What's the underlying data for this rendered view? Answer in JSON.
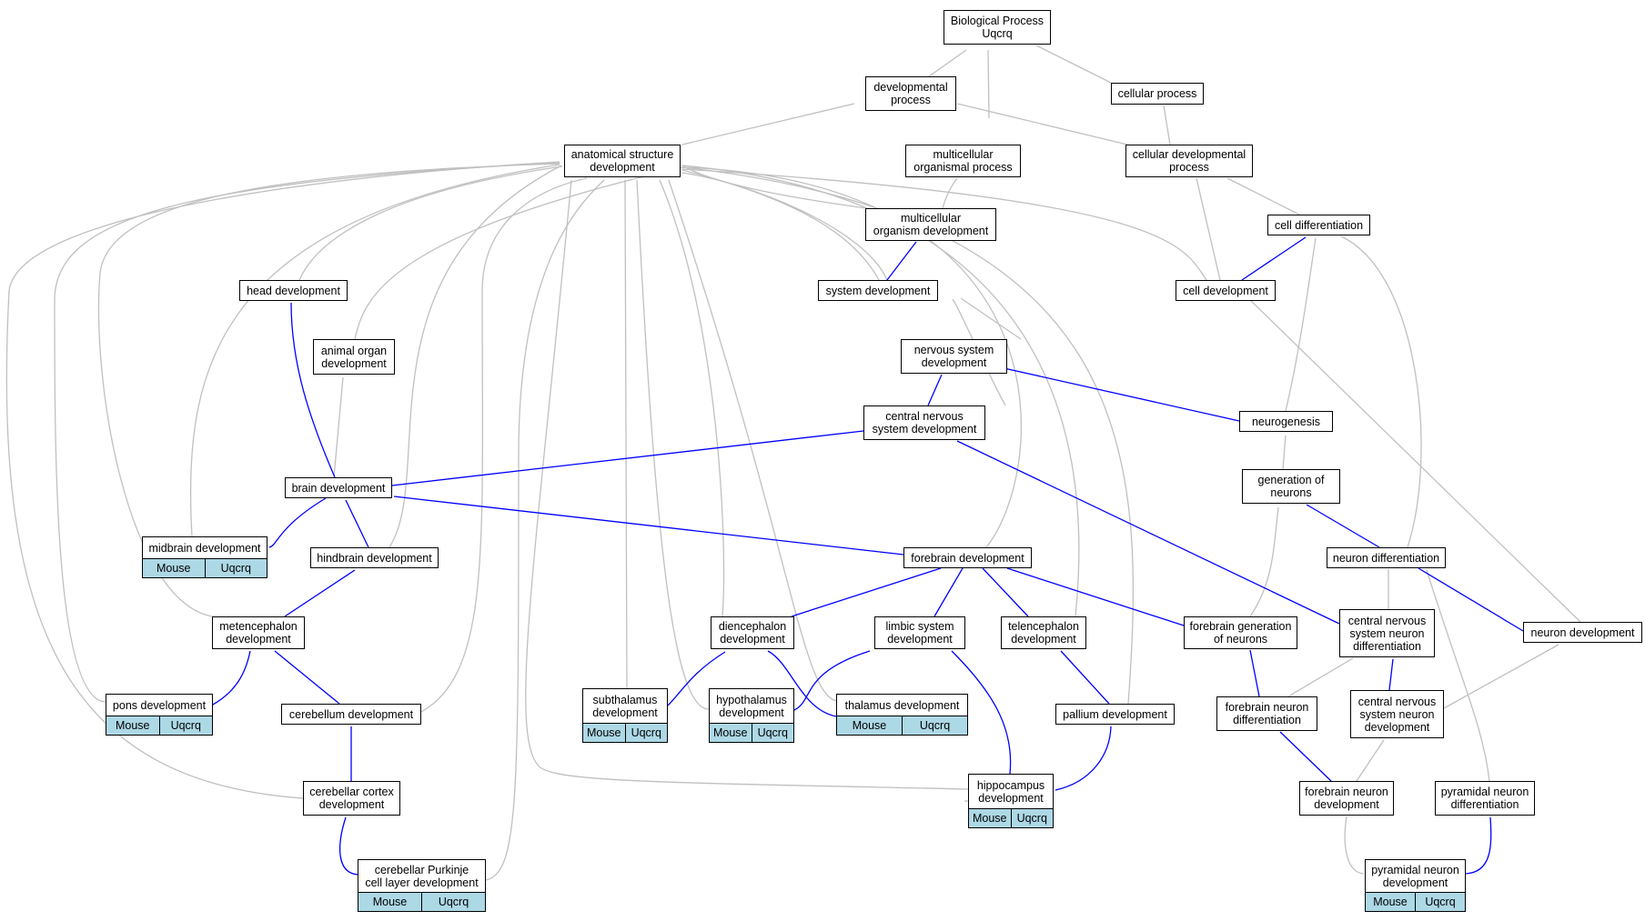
{
  "diagram": {
    "colors": {
      "is_a_edge": "#c0c0c0",
      "part_of_edge": "#0000ff",
      "annotation_fill": "#add8e6",
      "node_fill": "#ffffff",
      "border": "#000000"
    },
    "nodes": [
      {
        "id": "bp",
        "label": "Biological Process\nUqcrq"
      },
      {
        "id": "devproc",
        "label": "developmental\nprocess"
      },
      {
        "id": "cellproc",
        "label": "cellular process"
      },
      {
        "id": "asd",
        "label": "anatomical structure\ndevelopment"
      },
      {
        "id": "mop",
        "label": "multicellular\norganismal process"
      },
      {
        "id": "cdp",
        "label": "cellular developmental\nprocess"
      },
      {
        "id": "mod",
        "label": "multicellular\norganism development"
      },
      {
        "id": "celldiff",
        "label": "cell differentiation"
      },
      {
        "id": "headdev",
        "label": "head development"
      },
      {
        "id": "sysdev",
        "label": "system development"
      },
      {
        "id": "celldev",
        "label": "cell development"
      },
      {
        "id": "aod",
        "label": "animal organ\ndevelopment"
      },
      {
        "id": "nsd",
        "label": "nervous system\ndevelopment"
      },
      {
        "id": "cnsd",
        "label": "central nervous\nsystem development"
      },
      {
        "id": "neurogen",
        "label": "neurogenesis"
      },
      {
        "id": "braindev",
        "label": "brain development"
      },
      {
        "id": "genneur",
        "label": "generation of\nneurons"
      },
      {
        "id": "middev",
        "label": "midbrain development",
        "tags": [
          "Mouse",
          "Uqcrq"
        ]
      },
      {
        "id": "hinddev",
        "label": "hindbrain development"
      },
      {
        "id": "foredev",
        "label": "forebrain development"
      },
      {
        "id": "neurdiff",
        "label": "neuron differentiation"
      },
      {
        "id": "metdev",
        "label": "metencephalon\ndevelopment"
      },
      {
        "id": "diendev",
        "label": "diencephalon\ndevelopment"
      },
      {
        "id": "limbdev",
        "label": "limbic system\ndevelopment"
      },
      {
        "id": "teldev",
        "label": "telencephalon\ndevelopment"
      },
      {
        "id": "fgn",
        "label": "forebrain generation\nof neurons"
      },
      {
        "id": "cnsnd",
        "label": "central nervous\nsystem neuron\ndifferentiation"
      },
      {
        "id": "neurdev",
        "label": "neuron development"
      },
      {
        "id": "ponsdev",
        "label": "pons development",
        "tags": [
          "Mouse",
          "Uqcrq"
        ]
      },
      {
        "id": "cbdev",
        "label": "cerebellum development"
      },
      {
        "id": "subdev",
        "label": "subthalamus\ndevelopment",
        "tags": [
          "Mouse",
          "Uqcrq"
        ]
      },
      {
        "id": "hypodev",
        "label": "hypothalamus\ndevelopment",
        "tags": [
          "Mouse",
          "Uqcrq"
        ]
      },
      {
        "id": "thaldev",
        "label": "thalamus development",
        "tags": [
          "Mouse",
          "Uqcrq"
        ]
      },
      {
        "id": "palldev",
        "label": "pallium development"
      },
      {
        "id": "fnd",
        "label": "forebrain neuron\ndifferentiation"
      },
      {
        "id": "cnsndev",
        "label": "central nervous\nsystem neuron\ndevelopment"
      },
      {
        "id": "cbcdev",
        "label": "cerebellar cortex\ndevelopment"
      },
      {
        "id": "hipdev",
        "label": "hippocampus\ndevelopment",
        "tags": [
          "Mouse",
          "Uqcrq"
        ]
      },
      {
        "id": "fndev",
        "label": "forebrain neuron\ndevelopment"
      },
      {
        "id": "pnd",
        "label": "pyramidal neuron\ndifferentiation"
      },
      {
        "id": "cpcl",
        "label": "cerebellar Purkinje\ncell layer development",
        "tags": [
          "Mouse",
          "Uqcrq"
        ]
      },
      {
        "id": "pndev",
        "label": "pyramidal neuron\ndevelopment",
        "tags": [
          "Mouse",
          "Uqcrq"
        ]
      }
    ]
  }
}
